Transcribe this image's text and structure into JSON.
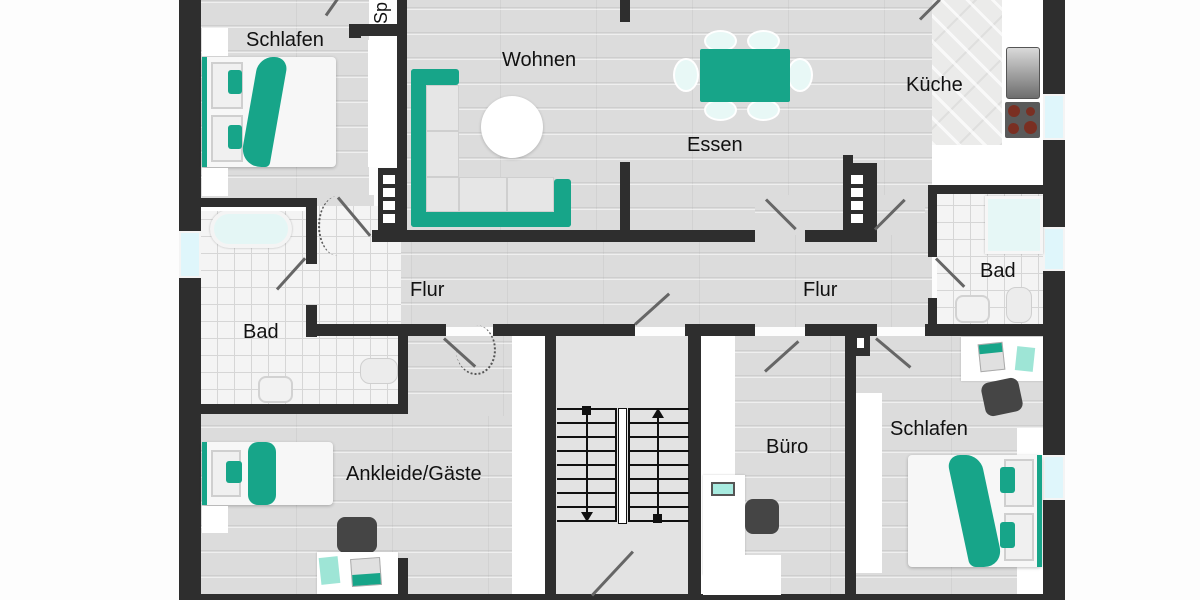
{
  "plan": {
    "type": "apartment floor plan",
    "accent_color": "#17a589",
    "wall_color": "#2e2e2e",
    "rooms": {
      "schlafen_nw": "Schlafen",
      "speisekammer": "Sp",
      "wohnen": "Wohnen",
      "essen": "Essen",
      "kueche": "Küche",
      "flur_west": "Flur",
      "flur_east": "Flur",
      "bad_west": "Bad",
      "bad_east": "Bad",
      "ankleide": "Ankleide/Gäste",
      "buero": "Büro",
      "schlafen_se": "Schlafen"
    },
    "furniture": [
      "double-bed",
      "corner-sofa",
      "round-coffee-table",
      "dining-table-6-chairs",
      "kitchen-sink",
      "cooktop",
      "bathtub",
      "shower",
      "toilet",
      "washbasin",
      "single-bed",
      "desk",
      "office-chair",
      "staircase"
    ],
    "staircase": {
      "down_arrow": "down",
      "up_arrow": "up"
    }
  }
}
